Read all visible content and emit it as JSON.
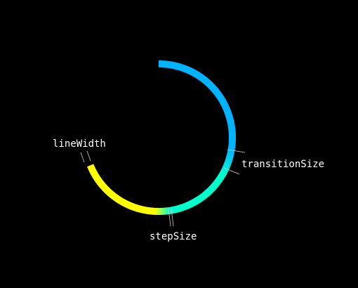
{
  "labels": {
    "line_width": "lineWidth",
    "transition_size": "transitionSize",
    "step_size": "stepSize"
  },
  "colors": {
    "background": "#000000",
    "ring_start": "#00b3ff",
    "ring_mid": "#00ffcc",
    "ring_end": "#ffff00",
    "label": "#ffffff",
    "leader": "#cfcfcf"
  }
}
